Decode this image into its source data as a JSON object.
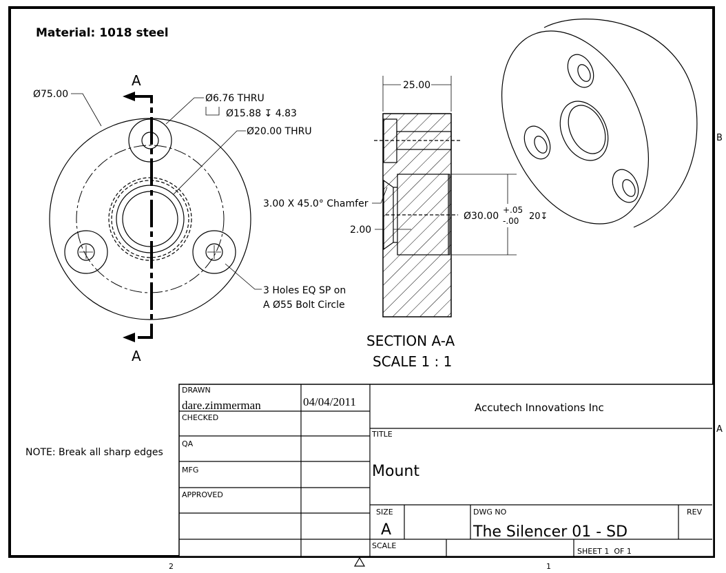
{
  "material_note": "Material: 1018 steel",
  "general_note": "NOTE: Break all sharp edges",
  "front_view": {
    "section_label_top": "A",
    "section_label_bottom": "A",
    "dim_outer": "Ø75.00",
    "dim_hole": "Ø6.76 THRU",
    "dim_cbore": "Ø15.88 ↧ 4.83",
    "dim_bore": "Ø20.00 THRU",
    "note_holes_line1": "3 Holes EQ SP on",
    "note_holes_line2": "A Ø55 Bolt Circle"
  },
  "section_view": {
    "dim_width": "25.00",
    "dim_chamfer": "3.00 X 45.0° Chamfer",
    "dim_step": "2.00",
    "dim_counterbore": "Ø30.00",
    "tol_plus": "+.05",
    "tol_minus": "-.00",
    "dim_depth": "20↧",
    "title": "SECTION A-A",
    "scale": "SCALE 1 : 1"
  },
  "border": {
    "zone_left_bottom": "2",
    "zone_right_bottom": "1",
    "zone_right_upper": "B",
    "zone_right_lower": "A"
  },
  "title_block": {
    "drawn_label": "DRAWN",
    "drawn_by": "dare.zimmerman",
    "drawn_date": "04/04/2011",
    "checked_label": "CHECKED",
    "qa_label": "QA",
    "mfg_label": "MFG",
    "approved_label": "APPROVED",
    "company": "Accutech Innovations Inc",
    "title_label": "TITLE",
    "title": "Mount",
    "size_label": "SIZE",
    "size": "A",
    "dwg_no_label": "DWG NO",
    "dwg_no": "The Silencer 01 - SD",
    "rev_label": "REV",
    "scale_label": "SCALE",
    "sheet": "SHEET 1  OF 1"
  }
}
